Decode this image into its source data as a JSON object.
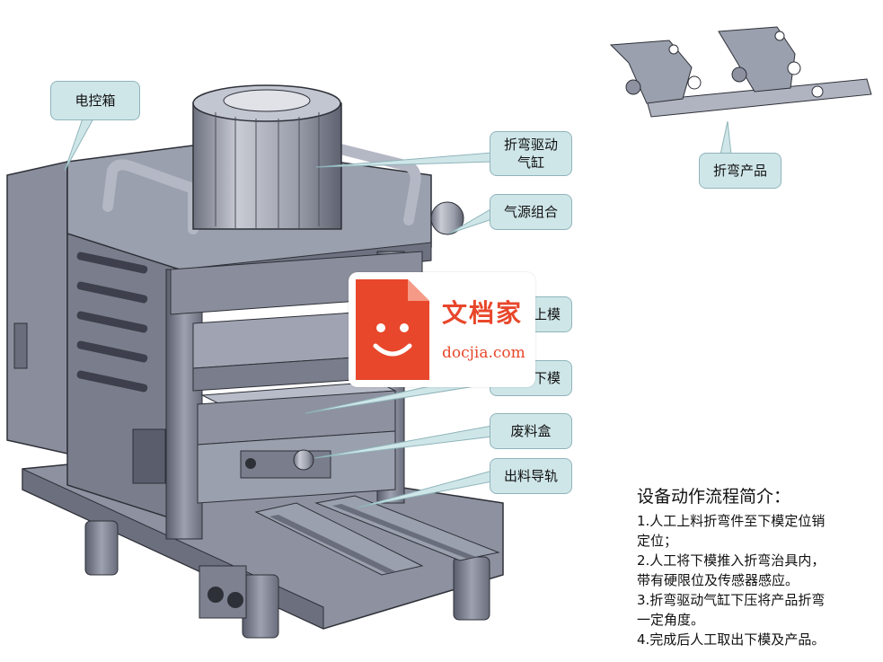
{
  "callouts": {
    "control_box": "电控箱",
    "bend_cylinder": "折弯驱动\n气缸",
    "air_source": "气源组合",
    "upper_die": "上模",
    "lower_die": "下模",
    "scrap_box": "废料盒",
    "discharge_rail": "出料导轨",
    "bend_product": "折弯产品"
  },
  "description": {
    "title": "设备动作流程简介：",
    "lines": [
      "1.人工上料折弯件至下模定位销",
      "定位；",
      "2.人工将下模推入折弯治具内，",
      "带有硬限位及传感器感应。",
      "3.折弯驱动气缸下压将产品折弯",
      "一定角度。",
      "4.完成后人工取出下模及产品。"
    ]
  },
  "watermark": {
    "brand": "文档家",
    "url": "docjia.com"
  },
  "colors": {
    "callout_fill": "#cfe6e9",
    "callout_border": "#8fb4ba",
    "machine_metal": "#7f8393",
    "machine_dark": "#3d404c",
    "watermark_red": "#e8472b"
  }
}
